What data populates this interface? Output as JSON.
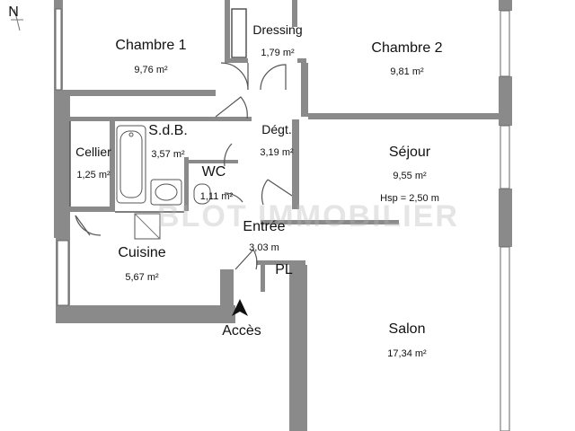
{
  "compass": {
    "label": "N"
  },
  "rooms": {
    "chambre1": {
      "name": "Chambre 1",
      "area": "9,76 m²"
    },
    "dressing": {
      "name": "Dressing",
      "area": "1,79 m²"
    },
    "chambre2": {
      "name": "Chambre 2",
      "area": "9,81 m²"
    },
    "sdb": {
      "name": "S.d.B.",
      "area": "3,57 m²"
    },
    "degt": {
      "name": "Dégt.",
      "area": "3,19 m²"
    },
    "sejour": {
      "name": "Séjour",
      "area": "9,55 m²",
      "height": "Hsp = 2,50 m"
    },
    "cellier": {
      "name": "Cellier",
      "area": "1,25 m²"
    },
    "wc": {
      "name": "WC",
      "area": "1,11 m²"
    },
    "entree": {
      "name": "Entrée",
      "area": "3,03 m"
    },
    "cuisine": {
      "name": "Cuisine",
      "area": "5,67 m²"
    },
    "pl": {
      "name": "PL"
    },
    "salon": {
      "name": "Salon",
      "area": "17,34 m²"
    }
  },
  "access": {
    "label": "Accès",
    "icon": "arrow-up-icon"
  },
  "colors": {
    "wall": "#8a8a8a",
    "line": "#555555"
  }
}
